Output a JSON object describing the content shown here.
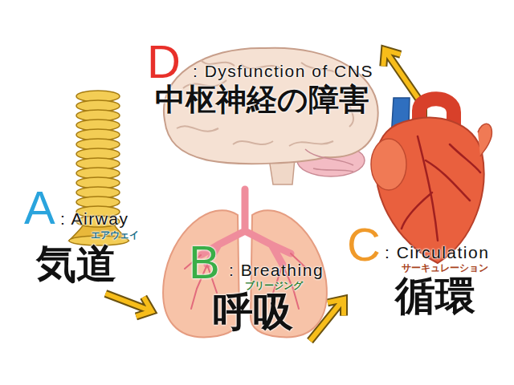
{
  "diagram": {
    "nodes": [
      {
        "text": [
          "D",
          ": Dysfunction of CNS",
          "中枢神経の障害"
        ]
      },
      {
        "text": [
          "A",
          ": Airway",
          "エアウェイ",
          "気道"
        ]
      },
      {
        "text": [
          "B",
          ": Breathing",
          "ブリージング",
          "呼吸"
        ]
      },
      {
        "text": [
          "C",
          ": Circulation",
          "サーキュレーション",
          "循環"
        ]
      }
    ],
    "edges": [
      {
        "from": 1,
        "to": 2,
        "arrow": "to"
      },
      {
        "from": 2,
        "to": 3,
        "arrow": "to"
      },
      {
        "from": 3,
        "to": 0,
        "arrow": "to"
      }
    ]
  }
}
